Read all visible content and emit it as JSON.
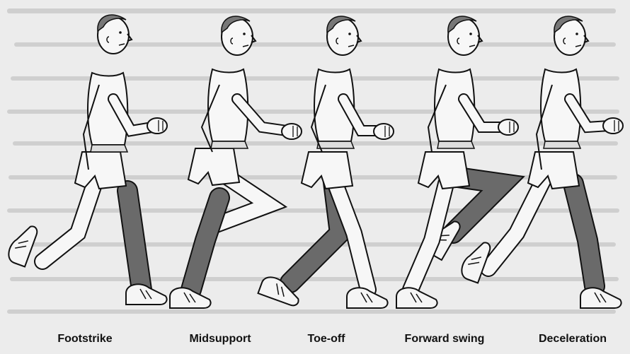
{
  "figure": {
    "phases": [
      {
        "id": "footstrike",
        "label": "Footstrike"
      },
      {
        "id": "midsupport",
        "label": "Midsupport"
      },
      {
        "id": "toe-off",
        "label": "Toe-off"
      },
      {
        "id": "forward-swing",
        "label": "Forward swing"
      },
      {
        "id": "deceleration",
        "label": "Deceleration"
      }
    ]
  },
  "colors": {
    "background": "#ececec",
    "ink": "#111111",
    "highlighted_leg": "#6a6a6a",
    "bleed_text": "#c4c4c4"
  }
}
